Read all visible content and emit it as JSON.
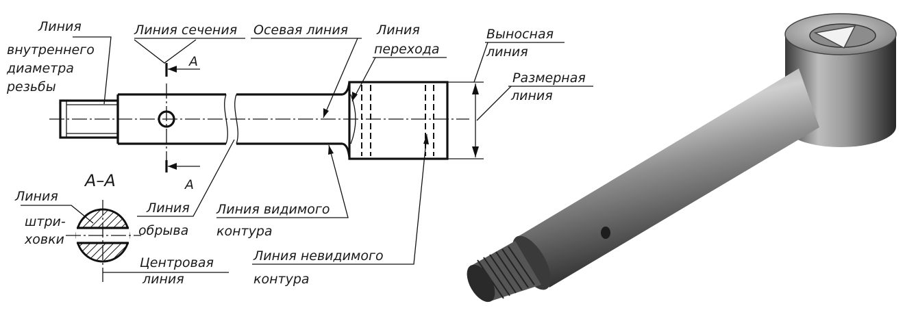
{
  "labels": {
    "thread_inner_1": "Линия",
    "thread_inner_2": "внутреннего",
    "thread_inner_3": "диаметра",
    "thread_inner_4": "резьбы",
    "section_line": "Линия сечения",
    "axis_line": "Осевая линия",
    "transition_1": "Линия",
    "transition_2": "перехода",
    "extension_1": "Выносная",
    "extension_2": "линия",
    "dimension_1": "Размерная",
    "dimension_2": "линия",
    "section_mark_top": "А",
    "section_mark_bottom": "А",
    "section_title": "А–А",
    "hatch_1": "Линия",
    "hatch_2": "штри-",
    "hatch_3": "ховки",
    "break_1": "Линия",
    "break_2": "обрыва",
    "visible_1": "Линия видимого",
    "visible_2": "контура",
    "center_1": "Центровая",
    "center_2": "линия",
    "hidden_1": "Линия  невидимого",
    "hidden_2": "контура"
  },
  "colors": {
    "ink": "#111111",
    "paper": "#ffffff",
    "metal_dark": "#2e2e2e",
    "metal_light": "#b8b8b8"
  }
}
